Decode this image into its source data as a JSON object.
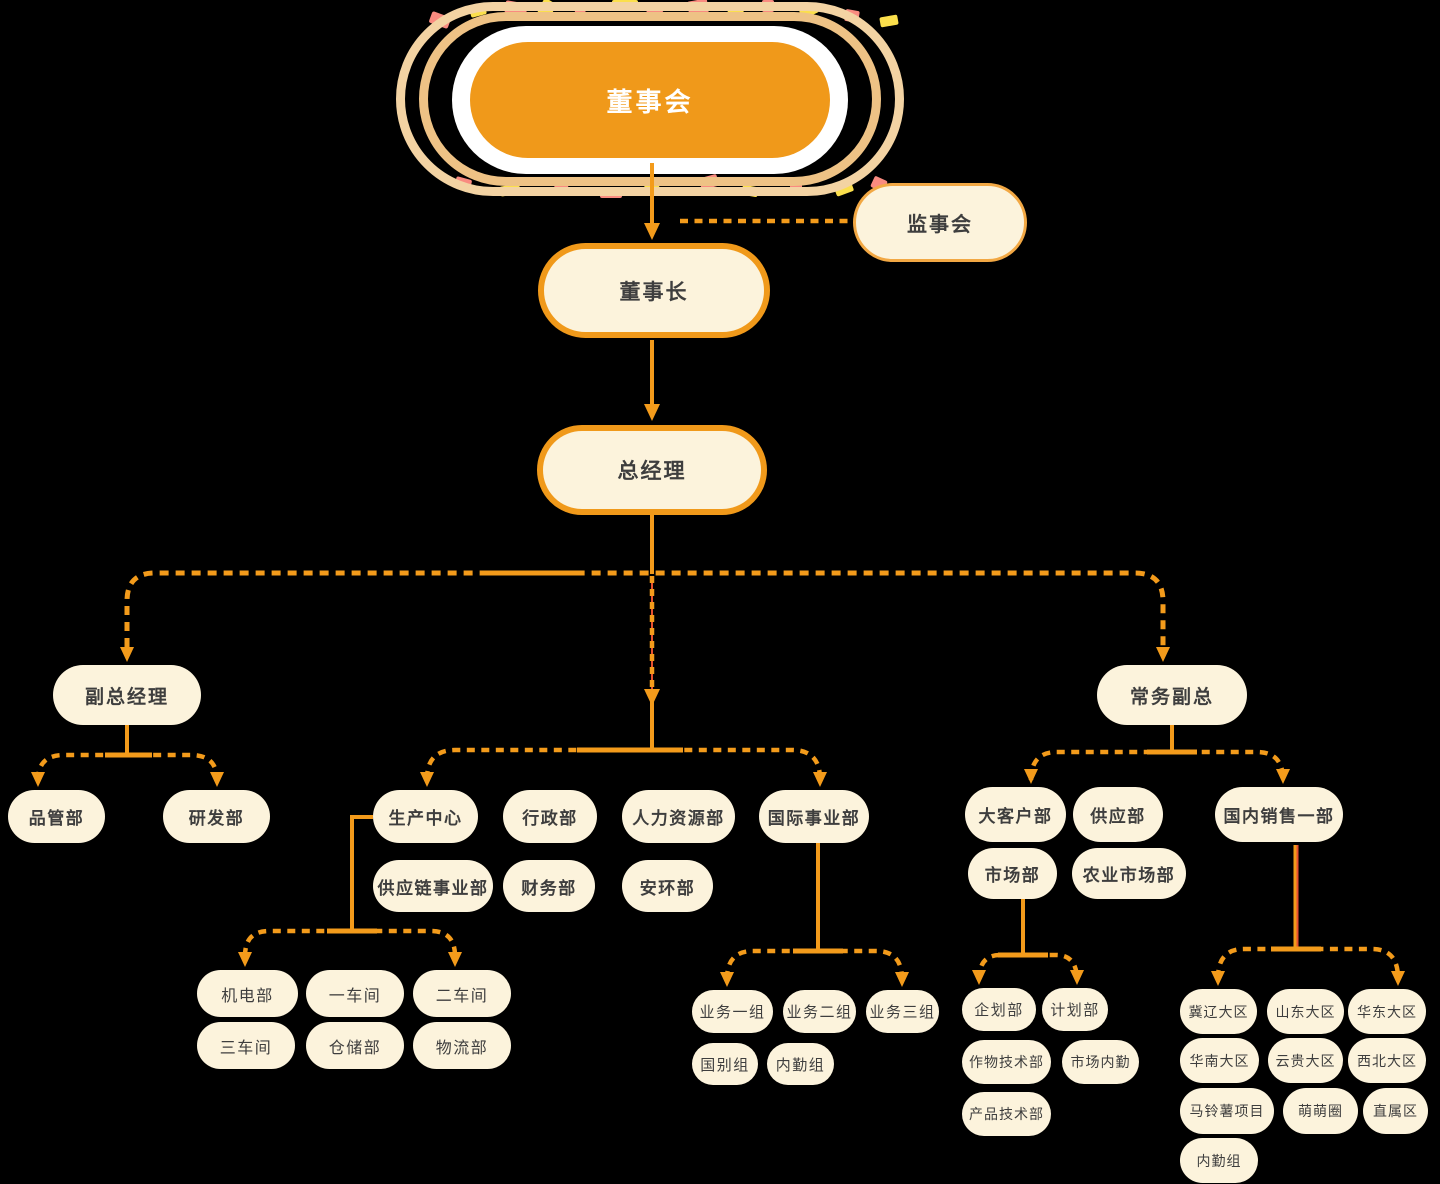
{
  "nodes": {
    "board": "董事会",
    "supervisory": "监事会",
    "chairman": "董事长",
    "general_manager": "总经理",
    "deputy_gm": "副总经理",
    "exec_deputy": "常务副总",
    "quality": "品管部",
    "rnd": "研发部",
    "production_center": "生产中心",
    "admin": "行政部",
    "hr": "人力资源部",
    "intl_division": "国际事业部",
    "supply_chain": "供应链事业部",
    "finance": "财务部",
    "safety": "安环部",
    "mech": "机电部",
    "workshop1": "一车间",
    "workshop2": "二车间",
    "workshop3": "三车间",
    "warehouse": "仓储部",
    "logistics": "物流部",
    "biz1": "业务一组",
    "biz2": "业务二组",
    "biz3": "业务三组",
    "country": "国别组",
    "intl_office": "内勤组",
    "key_accounts": "大客户部",
    "supply": "供应部",
    "domestic_sales1": "国内销售一部",
    "marketing": "市场部",
    "agri_marketing": "农业市场部",
    "planning1": "企划部",
    "planning2": "计划部",
    "crop_tech": "作物技术部",
    "market_office": "市场内勤",
    "product_tech": "产品技术部",
    "jiliao": "冀辽大区",
    "shandong": "山东大区",
    "huadong": "华东大区",
    "huanan": "华南大区",
    "yungui": "云贵大区",
    "xibei": "西北大区",
    "potato": "马铃薯项目",
    "mengmengquan": "萌萌圈",
    "zhishuqu": "直属区",
    "sales_office": "内勤组"
  },
  "hierarchy": {
    "board": [
      "chairman"
    ],
    "board_dashed_peer": [
      "supervisory"
    ],
    "chairman": [
      "general_manager"
    ],
    "general_manager": [
      "deputy_gm",
      "mid_division",
      "exec_deputy"
    ],
    "deputy_gm": [
      "quality",
      "rnd"
    ],
    "mid_division": [
      "production_center",
      "admin",
      "hr",
      "intl_division",
      "supply_chain",
      "finance",
      "safety"
    ],
    "production_center": [
      "mech",
      "workshop1",
      "workshop2",
      "workshop3",
      "warehouse",
      "logistics"
    ],
    "intl_division": [
      "biz1",
      "biz2",
      "biz3",
      "country",
      "intl_office"
    ],
    "exec_deputy": [
      "key_accounts",
      "supply",
      "domestic_sales1",
      "marketing",
      "agri_marketing"
    ],
    "marketing": [
      "planning1",
      "planning2",
      "crop_tech",
      "market_office",
      "product_tech"
    ],
    "domestic_sales1": [
      "jiliao",
      "shandong",
      "huadong",
      "huanan",
      "yungui",
      "xibei",
      "potato",
      "mengmengquan",
      "zhishuqu",
      "sales_office"
    ]
  },
  "colors": {
    "background": "#000000",
    "accent_orange": "#F0991A",
    "line_orange": "#F39B1B",
    "box_cream": "#FCF3DC",
    "text_dark": "#3E3E3E",
    "red_line_core": "#E8502F",
    "ring_tan_outer": "#F3D3A3",
    "ring_tan_inner": "#EEC285",
    "confetti_red": "#F98B80",
    "confetti_yellow": "#FBDF4C"
  }
}
